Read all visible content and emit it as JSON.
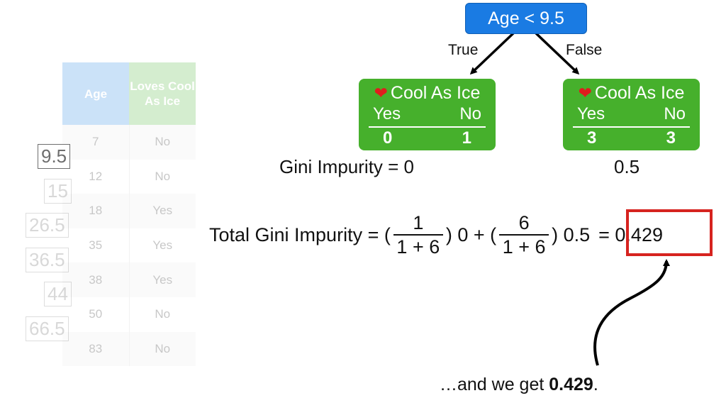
{
  "table": {
    "headers": [
      "Age",
      "Loves Cool As Ice"
    ],
    "rows": [
      [
        "7",
        "No"
      ],
      [
        "12",
        "No"
      ],
      [
        "18",
        "Yes"
      ],
      [
        "35",
        "Yes"
      ],
      [
        "38",
        "Yes"
      ],
      [
        "50",
        "No"
      ],
      [
        "83",
        "No"
      ]
    ]
  },
  "thresholds": [
    "9.5",
    "15",
    "26.5",
    "36.5",
    "44",
    "66.5"
  ],
  "tree": {
    "root_label": "Age < 9.5",
    "true_label": "True",
    "false_label": "False",
    "left_leaf": {
      "title": "Cool As Ice",
      "yes_label": "Yes",
      "no_label": "No",
      "yes": "0",
      "no": "1"
    },
    "right_leaf": {
      "title": "Cool As Ice",
      "yes_label": "Yes",
      "no_label": "No",
      "yes": "3",
      "no": "3"
    },
    "left_gini": "Gini Impurity = 0",
    "right_gini": "0.5"
  },
  "formula": {
    "prefix": "Total Gini Impurity = (",
    "frac1_num": "1",
    "frac1_den": "1 + 6",
    "mid1": ") 0 + (",
    "frac2_num": "6",
    "frac2_den": "1 + 6",
    "mid2": ") 0.5",
    "result": "= 0.429"
  },
  "note": {
    "prefix": "…and we get ",
    "value": "0.429",
    "suffix": "."
  },
  "colors": {
    "root": "#1a7be3",
    "leaf": "#46b02c",
    "highlight": "#d6231f",
    "age_header": "#5fa7ea",
    "love_header": "#7cc86c"
  },
  "icons": [
    "heart-icon",
    "arrow-icon"
  ]
}
